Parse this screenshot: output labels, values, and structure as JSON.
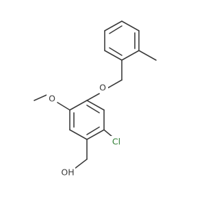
{
  "molecule": {
    "atoms": {
      "oxygen_ether": "O",
      "oxygen_methoxy": "O",
      "chlorine": "Cl",
      "hydroxyl": "OH"
    },
    "colors": {
      "bond": "#3a3a3a",
      "chlorine": "#2e7d32",
      "background": "#ffffff"
    }
  }
}
